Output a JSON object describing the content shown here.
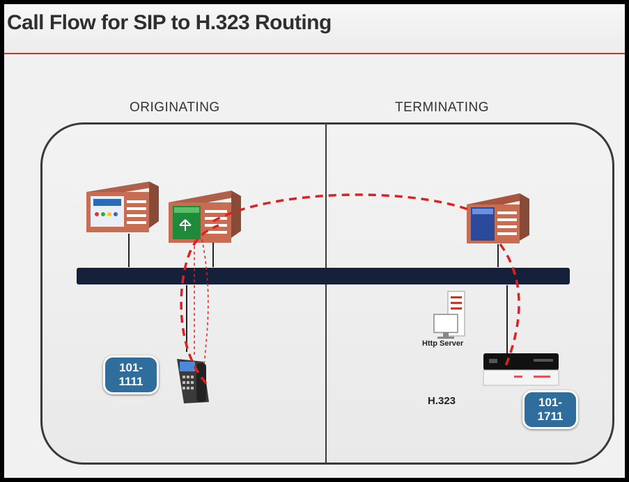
{
  "title": "Call Flow for SIP to H.323 Routing",
  "columns": {
    "originating": "ORIGINATING",
    "terminating": "TERMINATING"
  },
  "extensions": {
    "originating": {
      "line1": "101-",
      "line2": "1111"
    },
    "terminating": {
      "line1": "101-",
      "line2": "1711"
    }
  },
  "labels": {
    "h323": "H.323",
    "http_server": "Http Server"
  },
  "colors": {
    "accent_rule": "#c0392b",
    "call_path": "#e02020",
    "network_bus": "#15203a",
    "badge": "#2e6d9c"
  }
}
